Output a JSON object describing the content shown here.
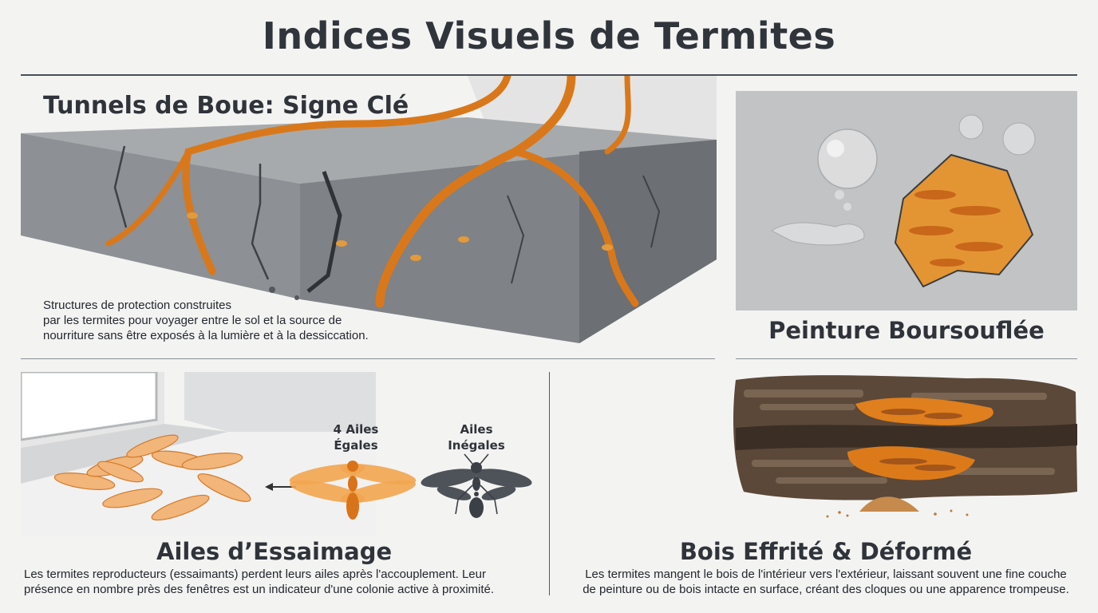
{
  "page": {
    "title": "Indices Visuels de Termites"
  },
  "panels": {
    "tunnels": {
      "heading": "Tunnels de Boue: Signe Clé",
      "description_lines": [
        "Structures de protection construites",
        "par les termites pour voyager entre le sol et la source de",
        "nourriture sans être exposés à la lumière et à la dessiccation."
      ]
    },
    "paint": {
      "heading": "Peinture Boursouflée"
    },
    "wings": {
      "heading": "Ailes d’Essaimage",
      "label_equal_line1": "4 Ailes",
      "label_equal_line2": "Égales",
      "label_unequal_line1": "Ailes",
      "label_unequal_line2": "Inégales",
      "description_lines": [
        "Les termites reproducteurs (essaimants) perdent leurs ailes après l'accouplement. Leur",
        "présence en nombre près des fenêtres est un indicateur d'une colonie active à proximité."
      ]
    },
    "wood": {
      "heading": "Bois Effrité & Déformé",
      "description_lines": [
        "Les termites mangent le bois de l'intérieur vers l'extérieur, laissant souvent une fine couche",
        "de peinture ou de bois intacte en surface, créant des cloques ou une apparence trompeuse."
      ]
    }
  },
  "colors": {
    "accent_orange": "#e2821d",
    "concrete": "#8f9296",
    "dark_text": "#2f333a",
    "ant_gray": "#4d5359"
  },
  "icons": [
    "termite-illustration",
    "ant-illustration",
    "arrow-left-icon"
  ]
}
